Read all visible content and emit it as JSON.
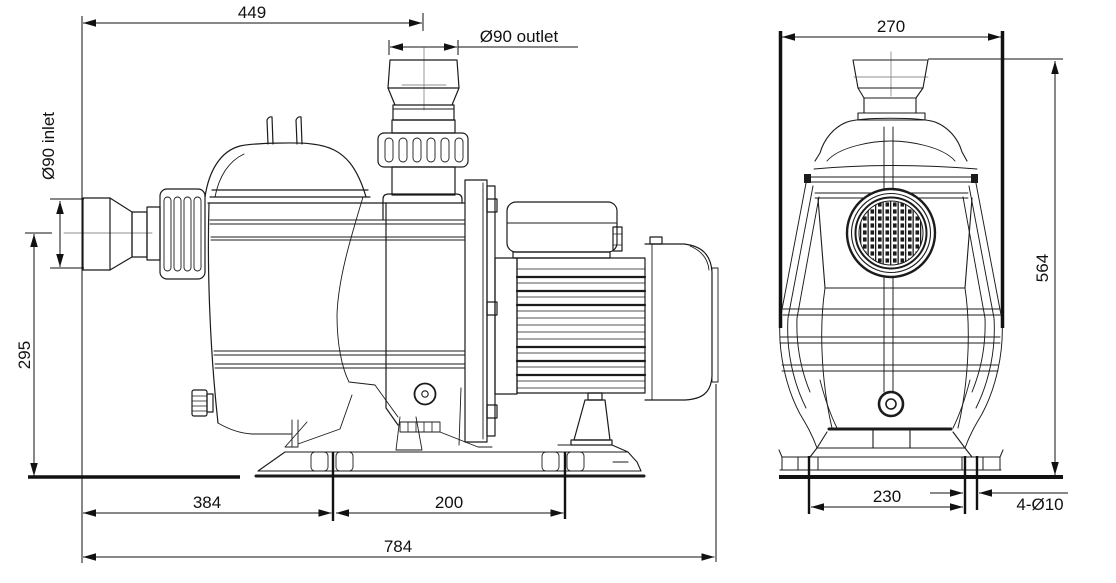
{
  "colors": {
    "background": "#ffffff",
    "part_line": "#1b1b1b",
    "dimension_line": "#111111",
    "centerline": "#8f8f8f"
  },
  "side_view": {
    "dim_top_width": "449",
    "outlet_label": "Ø90 outlet",
    "inlet_label": "Ø90 inlet",
    "dim_inlet_height": "295",
    "dim_base_left": "384",
    "dim_base_right": "200",
    "dim_overall_length": "784"
  },
  "front_view": {
    "dim_top_width": "270",
    "dim_overall_height": "564",
    "dim_base_width": "230",
    "holes_label": "4-Ø10"
  }
}
